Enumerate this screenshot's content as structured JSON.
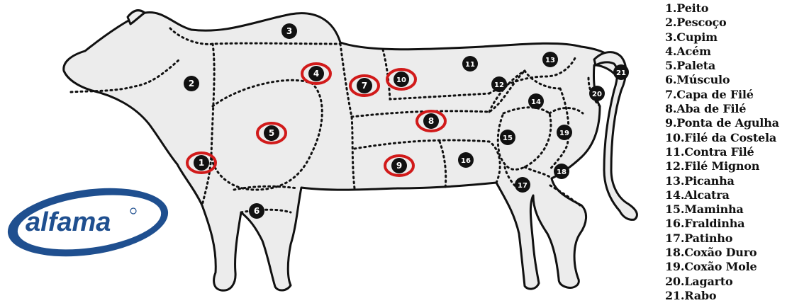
{
  "brand": {
    "name": "alfama",
    "color": "#1f4f8f",
    "mark": "registered-trademark-icon"
  },
  "cuts": [
    {
      "number": "1",
      "label": "1.Peito",
      "highlighted": true
    },
    {
      "number": "2",
      "label": "2.Pescoço",
      "highlighted": false
    },
    {
      "number": "3",
      "label": "3.Cupim",
      "highlighted": false
    },
    {
      "number": "4",
      "label": "4.Acém",
      "highlighted": true
    },
    {
      "number": "5",
      "label": "5.Paleta",
      "highlighted": true
    },
    {
      "number": "6",
      "label": "6.Músculo",
      "highlighted": false
    },
    {
      "number": "7",
      "label": "7.Capa de Filé",
      "highlighted": true
    },
    {
      "number": "8",
      "label": "8.Aba de Filé",
      "highlighted": true
    },
    {
      "number": "9",
      "label": "9.Ponta de Agulha",
      "highlighted": true
    },
    {
      "number": "10",
      "label": "10.Filé da Costela",
      "highlighted": true
    },
    {
      "number": "11",
      "label": "11.Contra Filé",
      "highlighted": false
    },
    {
      "number": "12",
      "label": "12.Filé Mignon",
      "highlighted": false
    },
    {
      "number": "13",
      "label": "13.Picanha",
      "highlighted": false
    },
    {
      "number": "14",
      "label": "14.Alcatra",
      "highlighted": false
    },
    {
      "number": "15",
      "label": "15.Maminha",
      "highlighted": false
    },
    {
      "number": "16",
      "label": "16.Fraldinha",
      "highlighted": false
    },
    {
      "number": "17",
      "label": "17.Patinho",
      "highlighted": false
    },
    {
      "number": "18",
      "label": "18.Coxão Duro",
      "highlighted": false
    },
    {
      "number": "19",
      "label": "19.Coxão Mole",
      "highlighted": false
    },
    {
      "number": "20",
      "label": "20.Lagarto",
      "highlighted": false
    },
    {
      "number": "21",
      "label": "21.Rabo",
      "highlighted": false
    }
  ],
  "colors": {
    "body_fill": "#ececec",
    "outline": "#111111",
    "marker_fill": "#111111",
    "marker_text": "#ffffff",
    "highlight_ring": "#d11a1a"
  }
}
